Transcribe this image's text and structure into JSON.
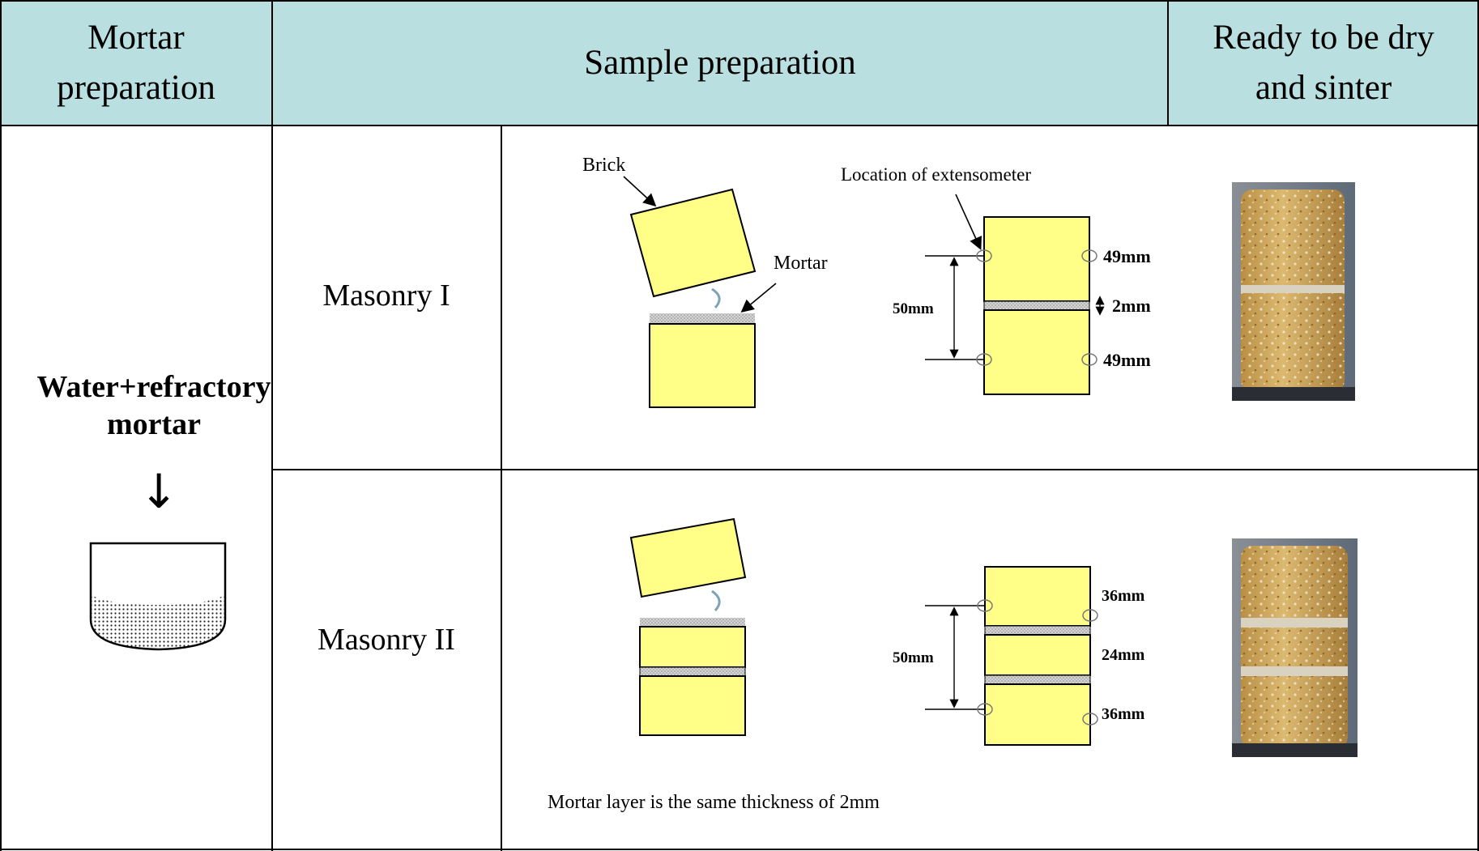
{
  "headers": {
    "col1": "Mortar preparation",
    "col2": "Sample preparation",
    "col3": "Ready to be dry and sinter"
  },
  "mix_label": "Water+refractory mortar",
  "arrow_glyph": "↓",
  "rows": [
    {
      "label": "Masonry I"
    },
    {
      "label": "Masonry II"
    }
  ],
  "diagram1": {
    "brick_label": "Brick",
    "mortar_label": "Mortar",
    "extensometer_label": "Location of extensometer",
    "gauge_length": "50mm",
    "segments": [
      "49mm",
      "2mm",
      "49mm"
    ]
  },
  "diagram2": {
    "gauge_length": "50mm",
    "segments": [
      "36mm",
      "24mm",
      "36mm"
    ],
    "note": "Mortar layer is the same thickness of 2mm"
  },
  "colors": {
    "header_bg": "#b9dfe0",
    "brick": "#ffff88",
    "mortar_layer": "#c8c8c8",
    "specimen_tan": "#c9a455"
  }
}
